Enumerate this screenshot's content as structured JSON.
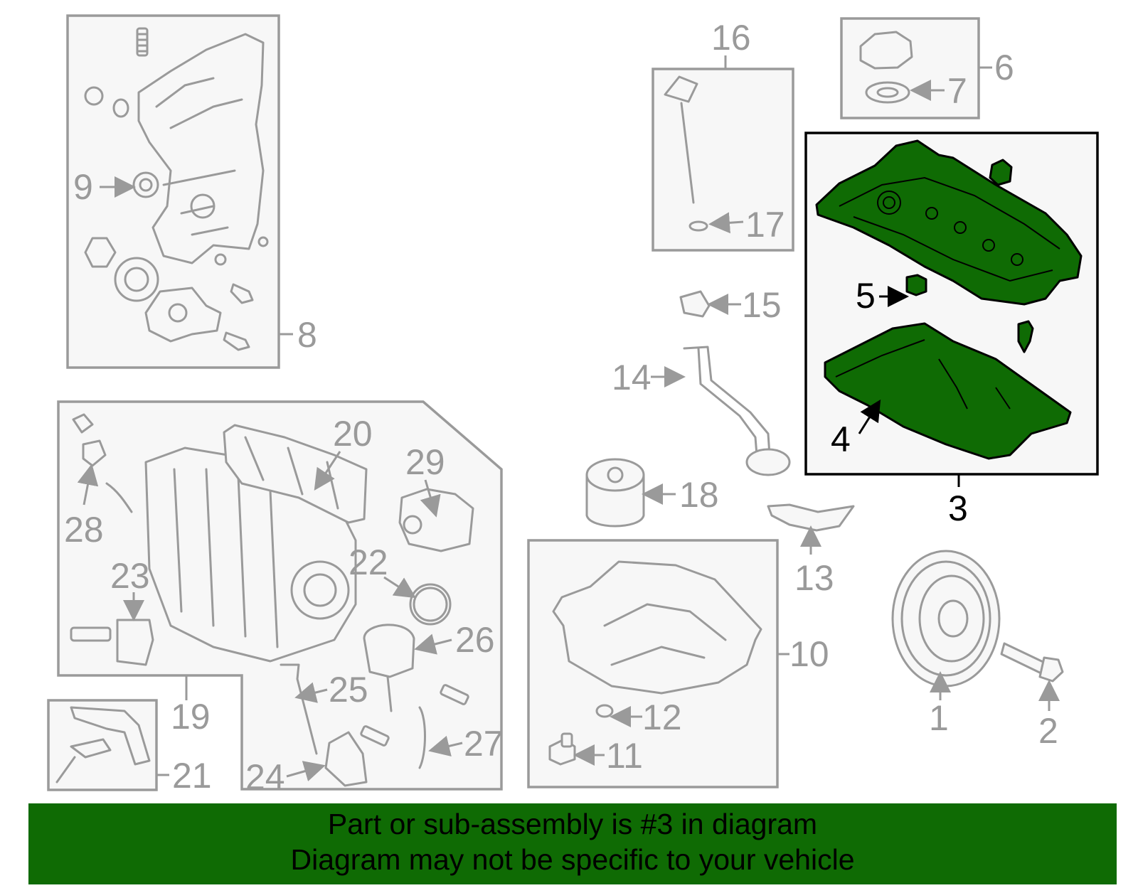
{
  "callouts": [
    "1",
    "2",
    "3",
    "4",
    "5",
    "6",
    "7",
    "8",
    "9",
    "10",
    "11",
    "12",
    "13",
    "14",
    "15",
    "16",
    "17",
    "18",
    "19",
    "20",
    "21",
    "22",
    "23",
    "24",
    "25",
    "26",
    "27",
    "28",
    "29"
  ],
  "highlighted_part": "3",
  "colors": {
    "highlight": "#0f6b04",
    "outline": "#9a9a9a",
    "banner": "#0f6b04"
  },
  "banner": {
    "line1": "Part or sub-assembly is #3 in diagram",
    "line2": "Diagram may not be specific to your vehicle"
  }
}
